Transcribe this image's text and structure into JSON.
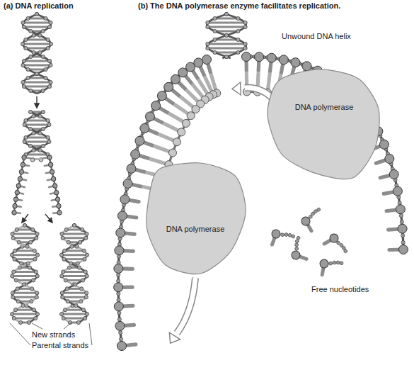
{
  "diagram": {
    "nodes": [
      {
        "text": [
          "DNA polymerase"
        ]
      },
      {
        "text": [
          "DNA polymerase"
        ]
      }
    ],
    "labels": [
      "(a) DNA replication",
      "(b) The DNA polymerase enzyme facilitates replication.",
      "Unwound DNA helix",
      "Free nucleotides",
      "New strands",
      "Parental strands"
    ]
  }
}
